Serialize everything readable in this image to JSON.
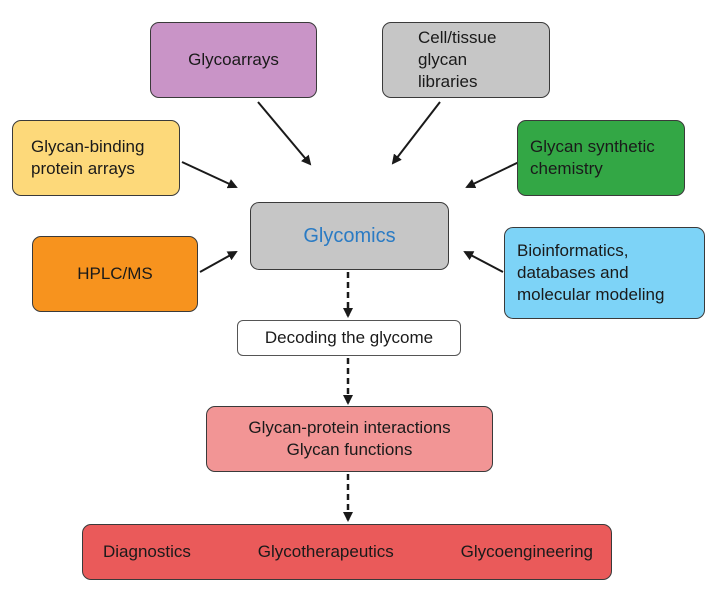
{
  "inputs": {
    "glycoarrays": "Glycoarrays",
    "cell_tissue": "Cell/tissue\nglycan\nlibraries",
    "glycan_binding": "Glycan-binding\nprotein arrays",
    "synthetic": "Glycan synthetic\nchemistry",
    "hplc": "HPLC/MS",
    "bioinformatics": "Bioinformatics,\ndatabases and\nmolecular modeling"
  },
  "center": {
    "label": "Glycomics"
  },
  "decoding": {
    "label": "Decoding the glycome"
  },
  "interactions": {
    "label": "Glycan-protein interactions\nGlycan functions"
  },
  "outputs": {
    "items": [
      "Diagnostics",
      "Glycotherapeutics",
      "Glycoengineering"
    ]
  },
  "colors": {
    "glycoarrays": "#c994c7",
    "cell_tissue": "#c6c6c6",
    "glycan_binding": "#fdd97a",
    "synthetic": "#33a745",
    "hplc": "#f7931e",
    "bioinformatics": "#7dd3f7",
    "glycomics": "#c6c6c6",
    "glycomics_text": "#2a7bc4",
    "decoding": "#ffffff",
    "interactions": "#f29595",
    "outputs": "#ea5a5a"
  }
}
